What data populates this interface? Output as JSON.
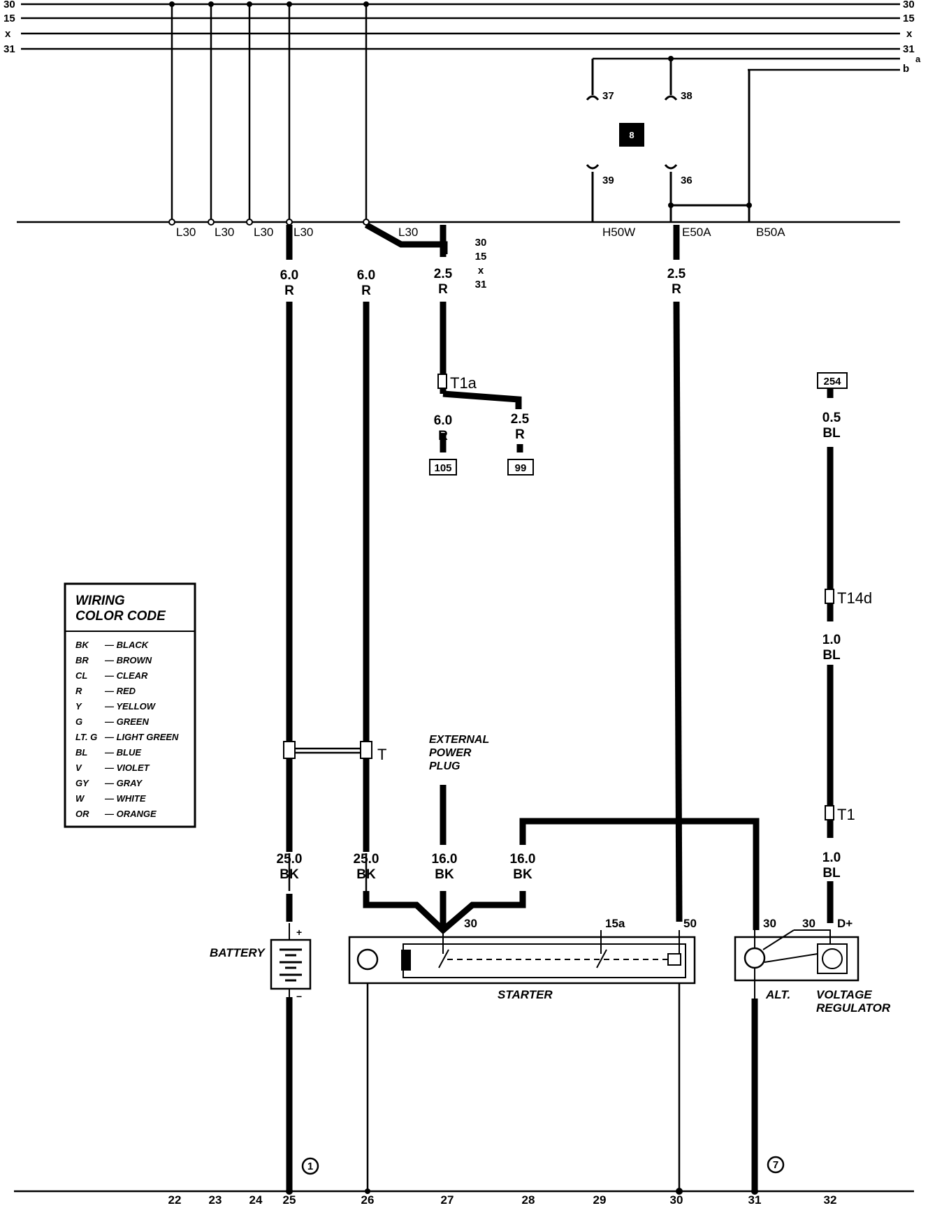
{
  "bus_lines": {
    "left": [
      "30",
      "15",
      "x",
      "31"
    ],
    "right": [
      "30",
      "15",
      "x",
      "31"
    ],
    "ab_labels": [
      "a",
      "b"
    ]
  },
  "top_nodes": [
    "L30",
    "L30",
    "L30",
    "L30",
    "L30",
    "H50W",
    "E50A",
    "B50A"
  ],
  "term_group": [
    "30",
    "15",
    "x",
    "31"
  ],
  "relay": {
    "label": "8",
    "pins": [
      "37",
      "38",
      "39",
      "36"
    ]
  },
  "wires": {
    "w1": [
      "6.0",
      "R"
    ],
    "w2": [
      "6.0",
      "R"
    ],
    "w3": [
      "2.5",
      "R"
    ],
    "w4": [
      "2.5",
      "R"
    ],
    "w5": [
      "6.0",
      "R"
    ],
    "w6": [
      "2.5",
      "R"
    ],
    "w7": [
      "0.5",
      "BL"
    ],
    "w8": [
      "1.0",
      "BL"
    ],
    "w9": [
      "1.0",
      "BL"
    ],
    "w10": [
      "25.0",
      "BK"
    ],
    "w11": [
      "25.0",
      "BK"
    ],
    "w12": [
      "16.0",
      "BK"
    ],
    "w13": [
      "16.0",
      "BK"
    ]
  },
  "connectors": {
    "t1a": "T1a",
    "t14d": "T14d",
    "t1": "T1",
    "t": "T"
  },
  "boxes": {
    "b105": "105",
    "b99": "99",
    "b254": "254"
  },
  "legend": {
    "title": [
      "WIRING",
      "COLOR CODE"
    ],
    "rows": [
      [
        "BK",
        "— BLACK"
      ],
      [
        "BR",
        "— BROWN"
      ],
      [
        "CL",
        "— CLEAR"
      ],
      [
        "R",
        "— RED"
      ],
      [
        "Y",
        "— YELLOW"
      ],
      [
        "G",
        "— GREEN"
      ],
      [
        "LT. G",
        "— LIGHT GREEN"
      ],
      [
        "BL",
        "— BLUE"
      ],
      [
        "V",
        "— VIOLET"
      ],
      [
        "GY",
        "— GRAY"
      ],
      [
        "W",
        "— WHITE"
      ],
      [
        "OR",
        "— ORANGE"
      ]
    ]
  },
  "components": {
    "battery": "BATTERY",
    "battery_plus": "+",
    "battery_minus": "−",
    "starter": "STARTER",
    "starter_terms": [
      "30",
      "15a",
      "50"
    ],
    "external_plug": [
      "EXTERNAL",
      "POWER",
      "PLUG"
    ],
    "alt": "ALT.",
    "alt_terms": [
      "30",
      "30",
      "D+"
    ],
    "regulator": [
      "VOLTAGE",
      "REGULATOR"
    ]
  },
  "grounds": [
    "1",
    "7"
  ],
  "bottom_numbers": [
    "22",
    "23",
    "24",
    "25",
    "26",
    "27",
    "28",
    "29",
    "30",
    "31",
    "32"
  ]
}
